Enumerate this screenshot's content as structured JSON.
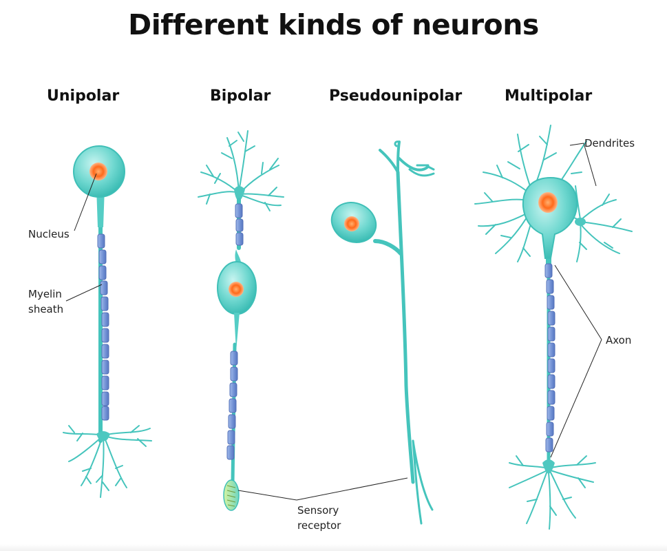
{
  "title": "Different kinds of neurons",
  "neuron_types": {
    "unipolar": "Unipolar",
    "bipolar": "Bipolar",
    "pseudounipolar": "Pseudounipolar",
    "multipolar": "Multipolar"
  },
  "callouts": {
    "nucleus": "Nucleus",
    "myelin_line1": "Myelin",
    "myelin_line2": "sheath",
    "dendrites": "Dendrites",
    "axon": "Axon",
    "sensory_line1": "Sensory",
    "sensory_line2": "receptor"
  },
  "colors": {
    "cell": "#5fd3cc",
    "cell_light": "#a6ece6",
    "nucleus": "#ff6a1a",
    "myelin": "#7a9bd8",
    "line": "#222222"
  }
}
